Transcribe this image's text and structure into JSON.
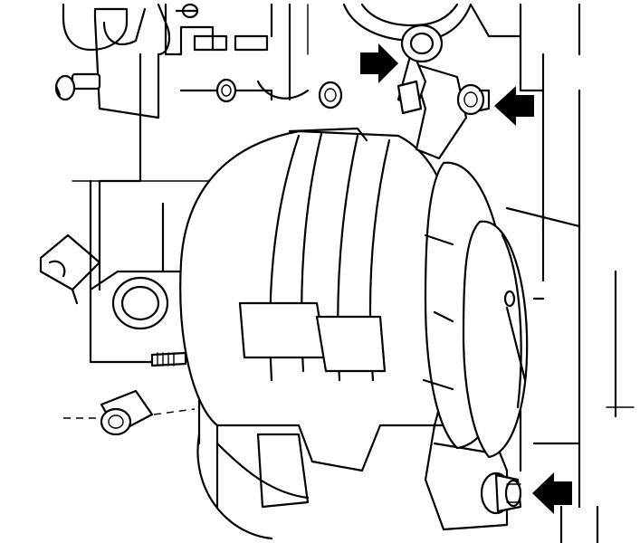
{
  "figure": {
    "subject_icon": "alternator-mounting-icon",
    "arrows": [
      {
        "name": "upper-left-bolt-arrow",
        "direction": "right"
      },
      {
        "name": "upper-right-bolt-arrow",
        "direction": "left"
      },
      {
        "name": "lower-pivot-bolt-arrow",
        "direction": "left"
      }
    ],
    "colors": {
      "line": "#000000",
      "background": "#ffffff"
    }
  }
}
